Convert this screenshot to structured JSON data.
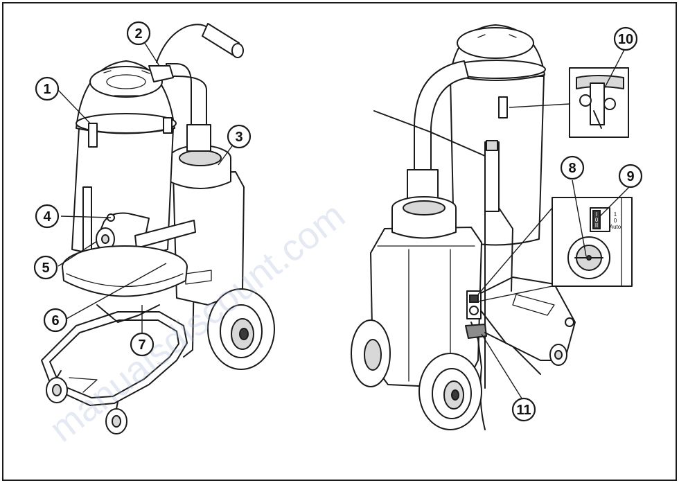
{
  "watermark": "manualsdiscount.com",
  "callouts": [
    {
      "label": "1"
    },
    {
      "label": "2"
    },
    {
      "label": "3"
    },
    {
      "label": "4"
    },
    {
      "label": "5"
    },
    {
      "label": "6"
    },
    {
      "label": "7"
    },
    {
      "label": "8"
    },
    {
      "label": "9"
    },
    {
      "label": "10"
    },
    {
      "label": "11"
    }
  ],
  "switch_labels": {
    "on": "I",
    "mid": "0",
    "off": "II",
    "scale_top": "1",
    "scale_mid": "0",
    "scale_auto": "Auto"
  },
  "colors": {
    "line": "#1a1a1a",
    "fill_light": "#d8d8d8",
    "fill_dark": "#8c8c8c",
    "watermark": "#9fb4d6"
  }
}
